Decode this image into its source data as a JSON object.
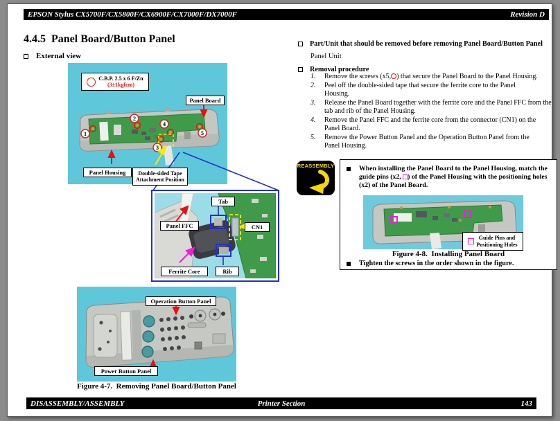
{
  "page": {
    "header": {
      "left": "EPSON Stylus CX5700F/CX5800F/CX6900F/CX7000F/DX7000F",
      "right": "Revision D"
    },
    "footer": {
      "left": "DISASSEMBLY/ASSEMBLY",
      "center": "Printer Section",
      "page_number": "143"
    },
    "title": "4.4.5  Panel Board/Button Panel"
  },
  "left": {
    "external_view_label": "External view",
    "screw_spec": {
      "line1": "C.B.P. 2.5 x 6 F/Zn",
      "line2": "(3±1kgfcm)"
    },
    "photo1_labels": {
      "panel_board": "Panel Board",
      "panel_housing": "Panel Housing",
      "tape_line1": "Double-sided Tape",
      "tape_line2": "Attachment Position"
    },
    "screw_numbers": [
      "1",
      "2",
      "3",
      "4",
      "5"
    ],
    "detail_labels": {
      "panel_ffc": "Panel FFC",
      "tab": "Tab",
      "cn1": "CN1",
      "ferrite_core": "Ferrite Core",
      "rib": "Rib"
    },
    "photo3_labels": {
      "operation": "Operation Button Panel",
      "power": "Power Button Panel"
    },
    "figure_caption": "Figure 4-7.  Removing Panel Board/Button Panel"
  },
  "right": {
    "part_unit_heading": "Part/Unit that should be removed before removing Panel Board/Button Panel",
    "part_unit_value": "Panel Unit",
    "removal_heading": "Removal procedure",
    "steps": [
      {
        "num": "1.",
        "pre": "Remove the screws (x5,",
        "post": ") that secure the Panel Board to the Panel Housing."
      },
      {
        "num": "2.",
        "text": "Peel off the double-sided tape that secure the ferrite core to the Panel Housing."
      },
      {
        "num": "3.",
        "text": "Release the Panel Board together with the ferrite core and the Panel FFC from the tab and rib of the Panel Housing."
      },
      {
        "num": "4.",
        "text": "Remove the Panel FFC and the ferrite core from the connector (CN1) on the Panel Board."
      },
      {
        "num": "5.",
        "text": "Remove the Power Button Panel and the Operation Button Panel from the Panel Housing."
      }
    ],
    "reassembly": {
      "badge": "REASSEMBLY",
      "note_pre": "When installing the Panel Board to the Panel Housing, match the guide pins (x2, ",
      "note_post": ") of the Panel Housing with the positioning holes (x2) of the Panel Board.",
      "guide_label_line1": "Guide Pins and",
      "guide_label_line2": "Positioning Holes",
      "figure_caption": "Figure 4-8.  Installing Panel Board",
      "note2": "Tighten the screws in the order shown in the figure."
    }
  },
  "colors": {
    "photo_bg": "#5ec7d9",
    "pcb_green": "#3f9b4a",
    "accent_red": "#e81010",
    "accent_yellow": "#ffe800",
    "accent_blue": "#2230c8",
    "accent_magenta": "#f21adf",
    "badge_yellow": "#f5d800"
  }
}
